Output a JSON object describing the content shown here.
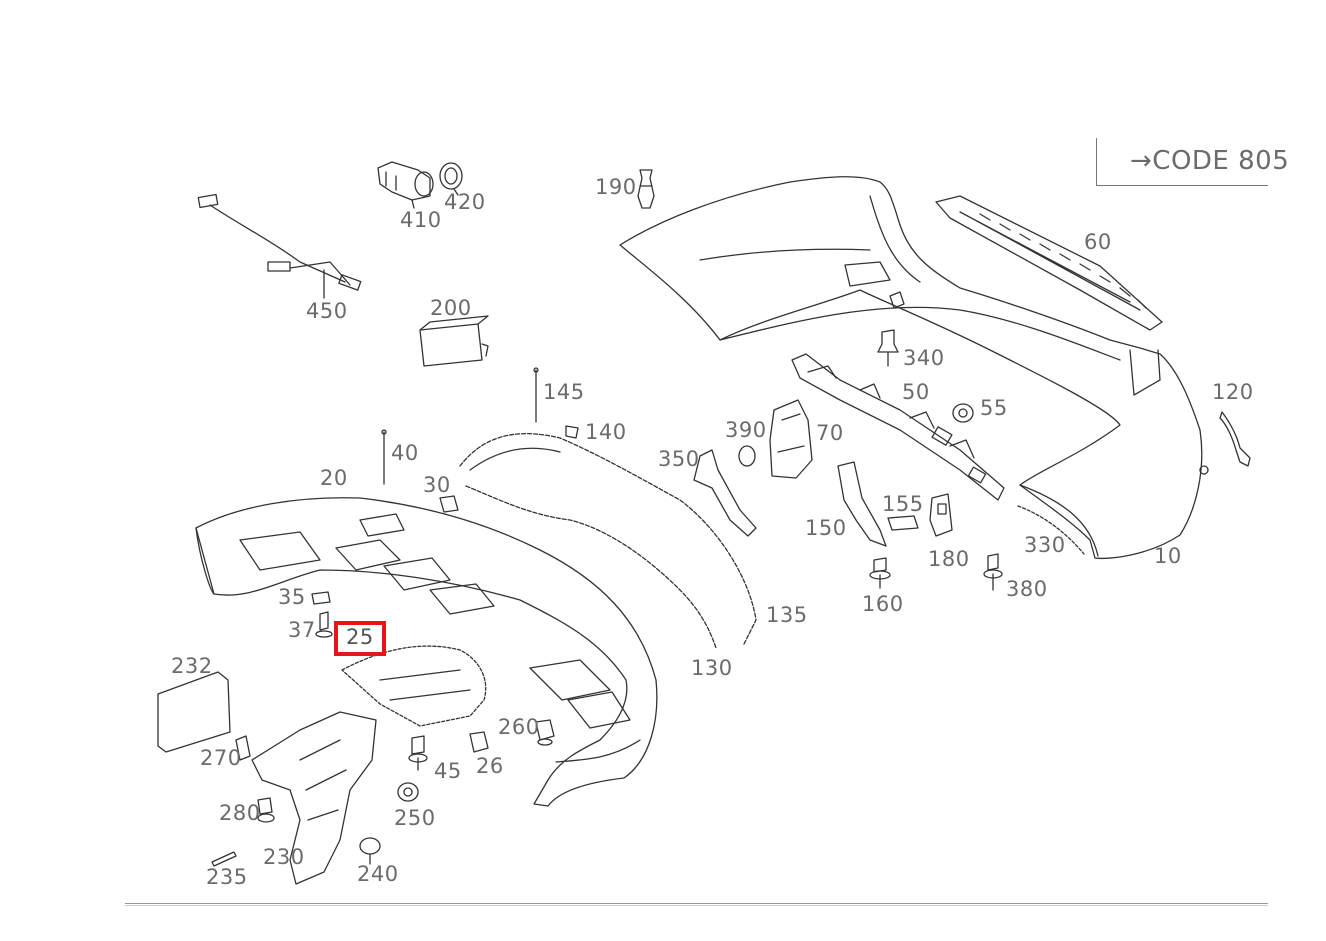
{
  "code_label": "CODE 805",
  "highlighted_callout": "25",
  "highlight_color": "#e4161b",
  "callouts": {
    "c190": "190",
    "c410": "410",
    "c420": "420",
    "c450": "450",
    "c200": "200",
    "c60": "60",
    "c340": "340",
    "c145": "145",
    "c140": "140",
    "c50": "50",
    "c55": "55",
    "c120": "120",
    "c390": "390",
    "c70": "70",
    "c40": "40",
    "c350": "350",
    "c20": "20",
    "c30": "30",
    "c155": "155",
    "c150": "150",
    "c180": "180",
    "c330": "330",
    "c10": "10",
    "c380": "380",
    "c35": "35",
    "c160": "160",
    "c37": "37",
    "c25": "25",
    "c135": "135",
    "c130": "130",
    "c232": "232",
    "c260": "260",
    "c270": "270",
    "c45": "45",
    "c26": "26",
    "c280": "280",
    "c250": "250",
    "c230": "230",
    "c235": "235",
    "c240": "240"
  }
}
